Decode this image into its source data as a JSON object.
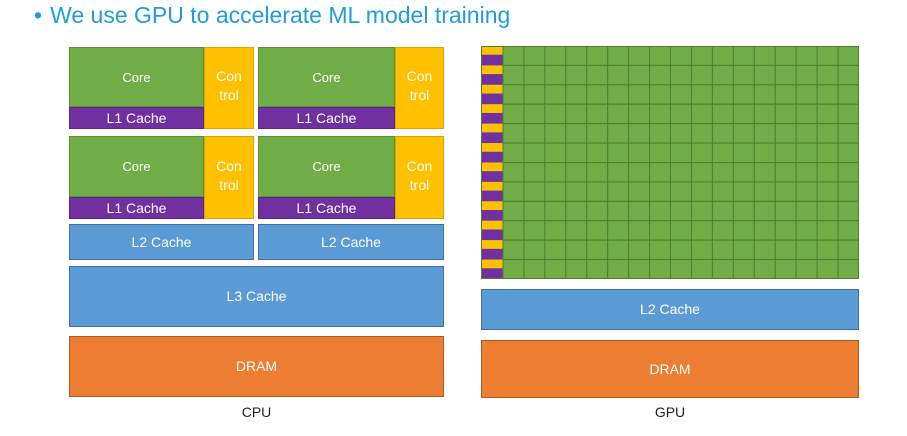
{
  "bullet": {
    "marker": "•",
    "text": "We use GPU to accelerate ML model training"
  },
  "cpu": {
    "core_label": "Core",
    "control_label_line1": "Con",
    "control_label_line2": "trol",
    "l1_label": "L1 Cache",
    "l2_label": "L2 Cache",
    "l3_label": "L3 Cache",
    "dram_label": "DRAM",
    "caption": "CPU"
  },
  "gpu": {
    "l2_label": "L2 Cache",
    "dram_label": "DRAM",
    "caption": "GPU",
    "core_rows": 12,
    "core_cols": 17
  },
  "colors": {
    "core": "#70ad47",
    "l1_cache": "#7030a0",
    "control": "#ffc000",
    "cache": "#5b9bd5",
    "dram": "#ed7d31",
    "bullet_text": "#1f9be0"
  }
}
